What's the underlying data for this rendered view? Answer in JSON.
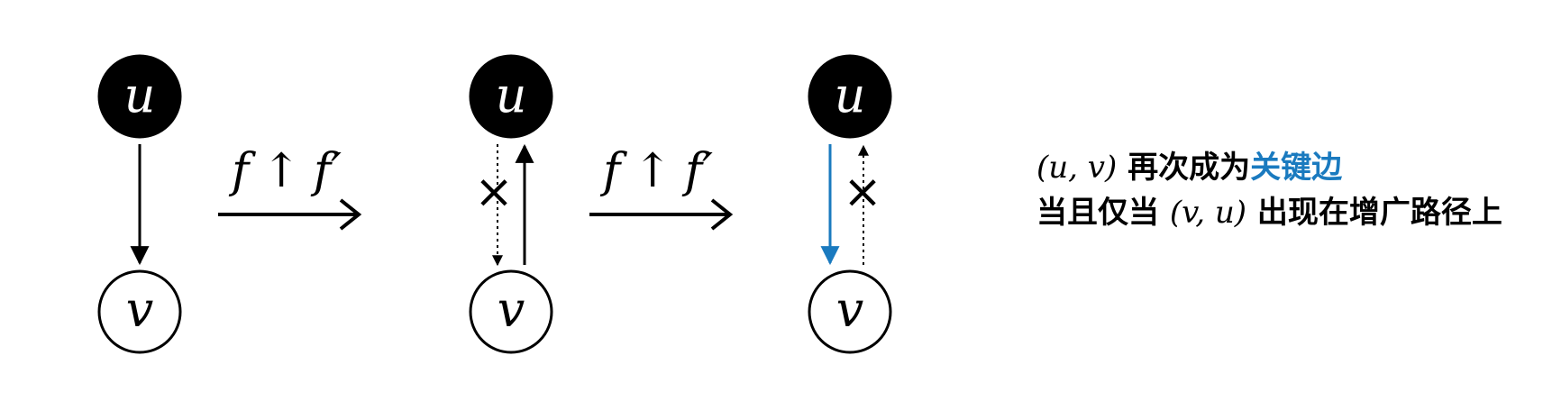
{
  "nodes": {
    "u": "u",
    "v": "v"
  },
  "operation": {
    "f": "f",
    "arrow": "↑",
    "f_prime": "f′"
  },
  "cross_mark": "×",
  "caption": {
    "line1_math": "(u, v)",
    "line1_text": " 再次成为",
    "line1_highlight": "关键边",
    "line2_text": "当且仅当 ",
    "line2_math": "(v, u)",
    "line2_tail": " 出现在增广路径上"
  },
  "colors": {
    "node_fill": "#000000",
    "node_text": "#ffffff",
    "stroke": "#000000",
    "highlight": "#1a7abf"
  }
}
